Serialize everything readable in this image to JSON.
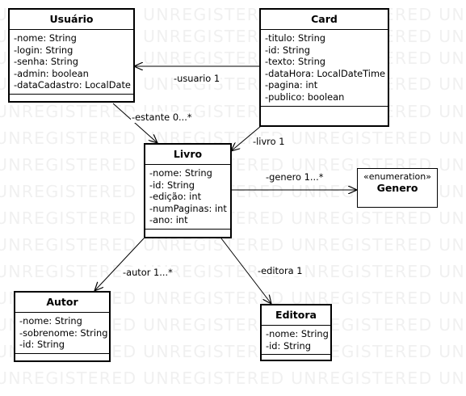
{
  "watermark": "UNREGISTERED UNREGISTERED UNREGISTERED UNREGISTERED",
  "classes": {
    "usuario": {
      "name": "Usuário",
      "attributes": [
        "-nome: String",
        "-login: String",
        "-senha: String",
        "-admin: boolean",
        "-dataCadastro: LocalDate"
      ]
    },
    "card": {
      "name": "Card",
      "attributes": [
        "-titulo: String",
        "-id: String",
        "-texto: String",
        "-dataHora: LocalDateTime",
        "-pagina: int",
        "-publico: boolean"
      ]
    },
    "livro": {
      "name": "Livro",
      "attributes": [
        "-nome: String",
        "-id: String",
        "-edição: int",
        "-numPaginas: int",
        "-ano: int"
      ]
    },
    "genero": {
      "stereotype": "«enumeration»",
      "name": "Genero"
    },
    "autor": {
      "name": "Autor",
      "attributes": [
        "-nome: String",
        "-sobrenome: String",
        "-id: String"
      ]
    },
    "editora": {
      "name": "Editora",
      "attributes": [
        "-nome: String",
        "-id: String"
      ]
    }
  },
  "associations": {
    "card_usuario": "-usuario 1",
    "usuario_livro": "-estante 0...*",
    "card_livro": "-livro 1",
    "livro_genero": "-genero 1...*",
    "livro_autor": "-autor 1...*",
    "livro_editora": "-editora 1"
  }
}
